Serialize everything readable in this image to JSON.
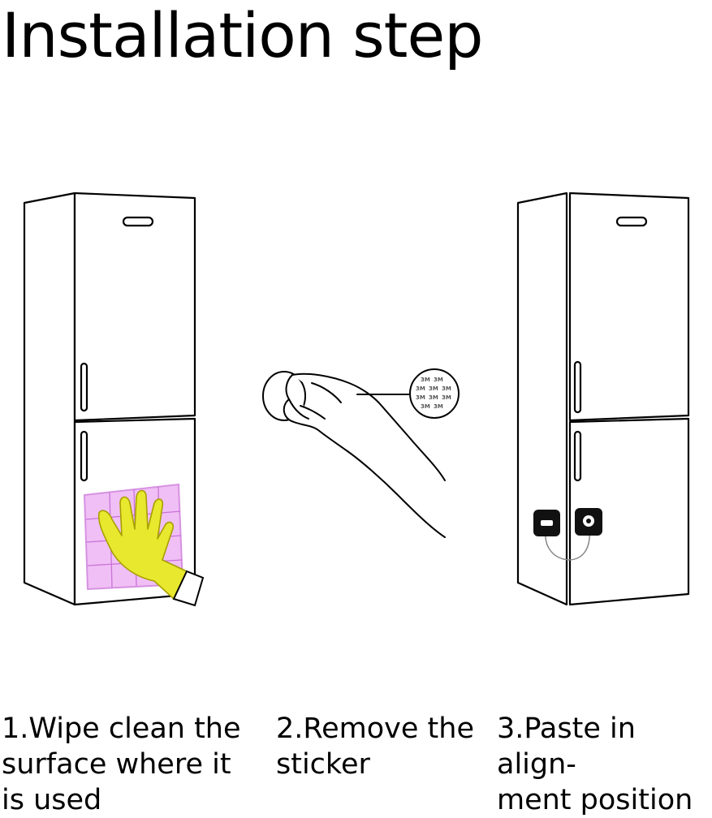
{
  "page": {
    "title": "Installation step"
  },
  "steps": [
    {
      "caption": "1.Wipe clean the\nsurface where it\nis used",
      "icon": "fridge-with-glove-and-cloth"
    },
    {
      "caption": "2.Remove the\nsticker",
      "icon": "hand-peeling-adhesive-sticker"
    },
    {
      "caption": "3.Paste in align-\nment position",
      "icon": "fridge-with-lock-attached"
    }
  ],
  "colors": {
    "glove": "#e6e62a",
    "cloth": "#e6a8f0",
    "lock": "#111111"
  }
}
